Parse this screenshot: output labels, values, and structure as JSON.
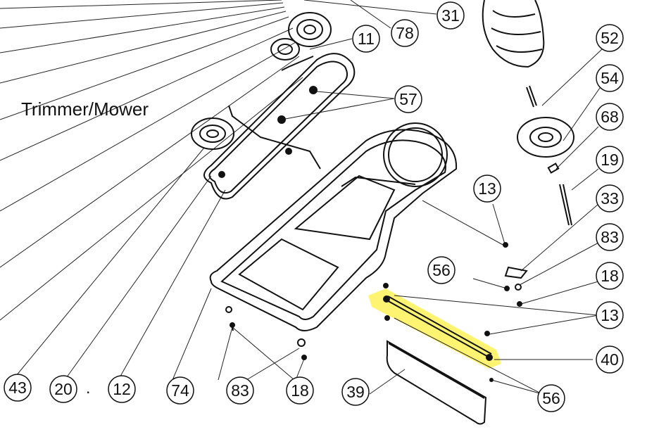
{
  "diagram": {
    "label": "Trimmer/Mower",
    "highlight_color": "#fff36a",
    "callouts": {
      "c31": "31",
      "c78": "78",
      "c11": "11",
      "c57": "57",
      "c52": "52",
      "c54": "54",
      "c68": "68",
      "c19": "19",
      "c33": "33",
      "c83r": "83",
      "c18r": "18",
      "c13a": "13",
      "c56a": "56",
      "c13b": "13",
      "c40": "40",
      "c56b": "56",
      "c39": "39",
      "c43": "43",
      "c20": "20",
      "c12": "12",
      "c74": "74",
      "c83b": "83",
      "c18b": "18"
    }
  }
}
